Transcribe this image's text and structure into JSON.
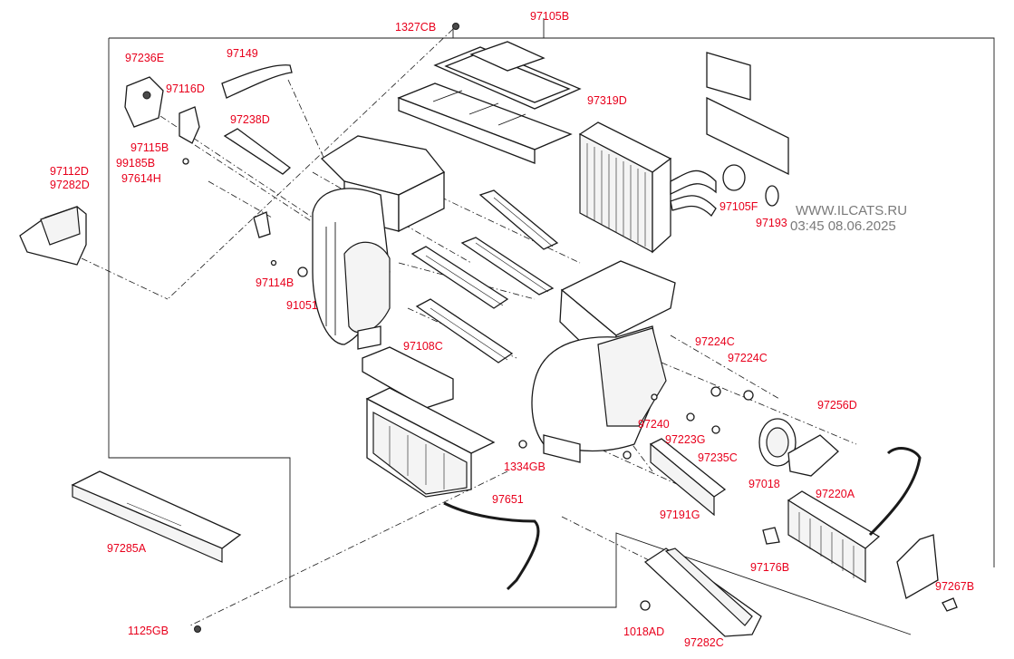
{
  "labels": [
    {
      "id": "1327CB",
      "text": "1327CB"
    },
    {
      "id": "97105B",
      "text": "97105B"
    },
    {
      "id": "97236E",
      "text": "97236E"
    },
    {
      "id": "97149",
      "text": "97149"
    },
    {
      "id": "97116D",
      "text": "97116D"
    },
    {
      "id": "97319D",
      "text": "97319D"
    },
    {
      "id": "97238D",
      "text": "97238D"
    },
    {
      "id": "97115B",
      "text": "97115B"
    },
    {
      "id": "99185B",
      "text": "99185B"
    },
    {
      "id": "97614H",
      "text": "97614H"
    },
    {
      "id": "97112D",
      "text": "97112D"
    },
    {
      "id": "97282D",
      "text": "97282D"
    },
    {
      "id": "97105F",
      "text": "97105F"
    },
    {
      "id": "97193",
      "text": "97193"
    },
    {
      "id": "97114B",
      "text": "97114B"
    },
    {
      "id": "91051",
      "text": "91051"
    },
    {
      "id": "97108C",
      "text": "97108C"
    },
    {
      "id": "97224C_a",
      "text": "97224C"
    },
    {
      "id": "97224C_b",
      "text": "97224C"
    },
    {
      "id": "97256D",
      "text": "97256D"
    },
    {
      "id": "97240",
      "text": "97240"
    },
    {
      "id": "97223G",
      "text": "97223G"
    },
    {
      "id": "97235C",
      "text": "97235C"
    },
    {
      "id": "1334GB",
      "text": "1334GB"
    },
    {
      "id": "97018",
      "text": "97018"
    },
    {
      "id": "97220A",
      "text": "97220A"
    },
    {
      "id": "97651",
      "text": "97651"
    },
    {
      "id": "97191G",
      "text": "97191G"
    },
    {
      "id": "97285A",
      "text": "97285A"
    },
    {
      "id": "97176B",
      "text": "97176B"
    },
    {
      "id": "97267B",
      "text": "97267B"
    },
    {
      "id": "1125GB",
      "text": "1125GB"
    },
    {
      "id": "1018AD",
      "text": "1018AD"
    },
    {
      "id": "97282C",
      "text": "97282C"
    }
  ],
  "watermark": {
    "site": "WWW.ILCATS.RU",
    "timestamp": "03:45 08.06.2025"
  },
  "colors": {
    "callout": "#e8001c",
    "linework": "#1a1a1a",
    "watermark": "#7a7a7a",
    "background": "#ffffff"
  }
}
